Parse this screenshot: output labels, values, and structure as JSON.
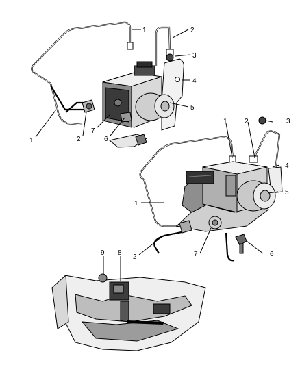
{
  "callouts": {
    "upper": [
      "1",
      "2",
      "3",
      "4",
      "5",
      "6",
      "7",
      "1",
      "2"
    ],
    "lower": [
      "1",
      "2",
      "3",
      "4",
      "5",
      "1",
      "2",
      "7",
      "6"
    ],
    "detail": [
      "9",
      "8"
    ]
  }
}
